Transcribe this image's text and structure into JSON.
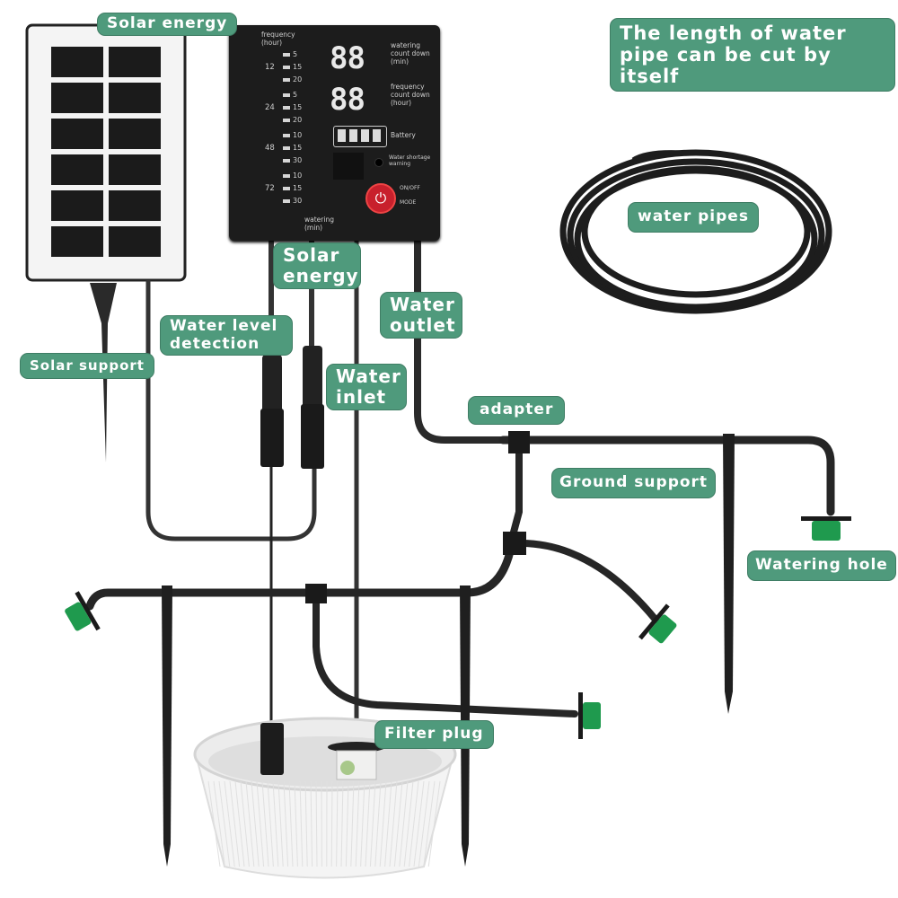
{
  "labels": {
    "solar_energy_top": "Solar energy",
    "solar_support": "Solar support",
    "water_level_detection": "Water level detection",
    "solar_energy_cable": "Solar energy",
    "water_outlet": "Water outlet",
    "water_inlet": "Water inlet",
    "adapter": "adapter",
    "ground_support": "Ground support",
    "watering_hole": "Watering hole",
    "filter_plug": "Filter plug",
    "water_pipes": "water pipes",
    "pipe_note_line1": "The length of water",
    "pipe_note_line2": "pipe can be cut by itself"
  },
  "controller": {
    "frequency_label": "frequency (hour)",
    "watering_label": "watering (min)",
    "groups": [
      {
        "hours": "12",
        "options": [
          "5",
          "15",
          "20"
        ]
      },
      {
        "hours": "24",
        "options": [
          "5",
          "15",
          "20"
        ]
      },
      {
        "hours": "48",
        "options": [
          "10",
          "15",
          "30"
        ]
      },
      {
        "hours": "72",
        "options": [
          "10",
          "15",
          "30"
        ]
      }
    ],
    "display_top": "88",
    "display_bottom": "88",
    "watering_countdown": "watering count down (min)",
    "frequency_countdown": "frequency count down (hour)",
    "battery": "Battery",
    "battery_bars": 4,
    "water_shortage": "Water shortage warning",
    "on_off": "ON/OFF",
    "mode": "MODE"
  },
  "colors": {
    "label_bg": "#4f9a7c",
    "pipe": "#262626",
    "dripper": "#1f9a4e",
    "power_button": "#c8202c"
  }
}
